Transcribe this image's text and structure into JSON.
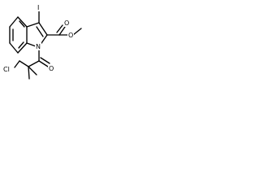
{
  "diagram": {
    "atoms": {
      "iodine": "I",
      "ester_carbonyl_oxygen": "O",
      "ester_ether_oxygen": "O",
      "amide_oxygen": "O",
      "indole_nitrogen": "N",
      "chlorine": "Cl"
    }
  }
}
